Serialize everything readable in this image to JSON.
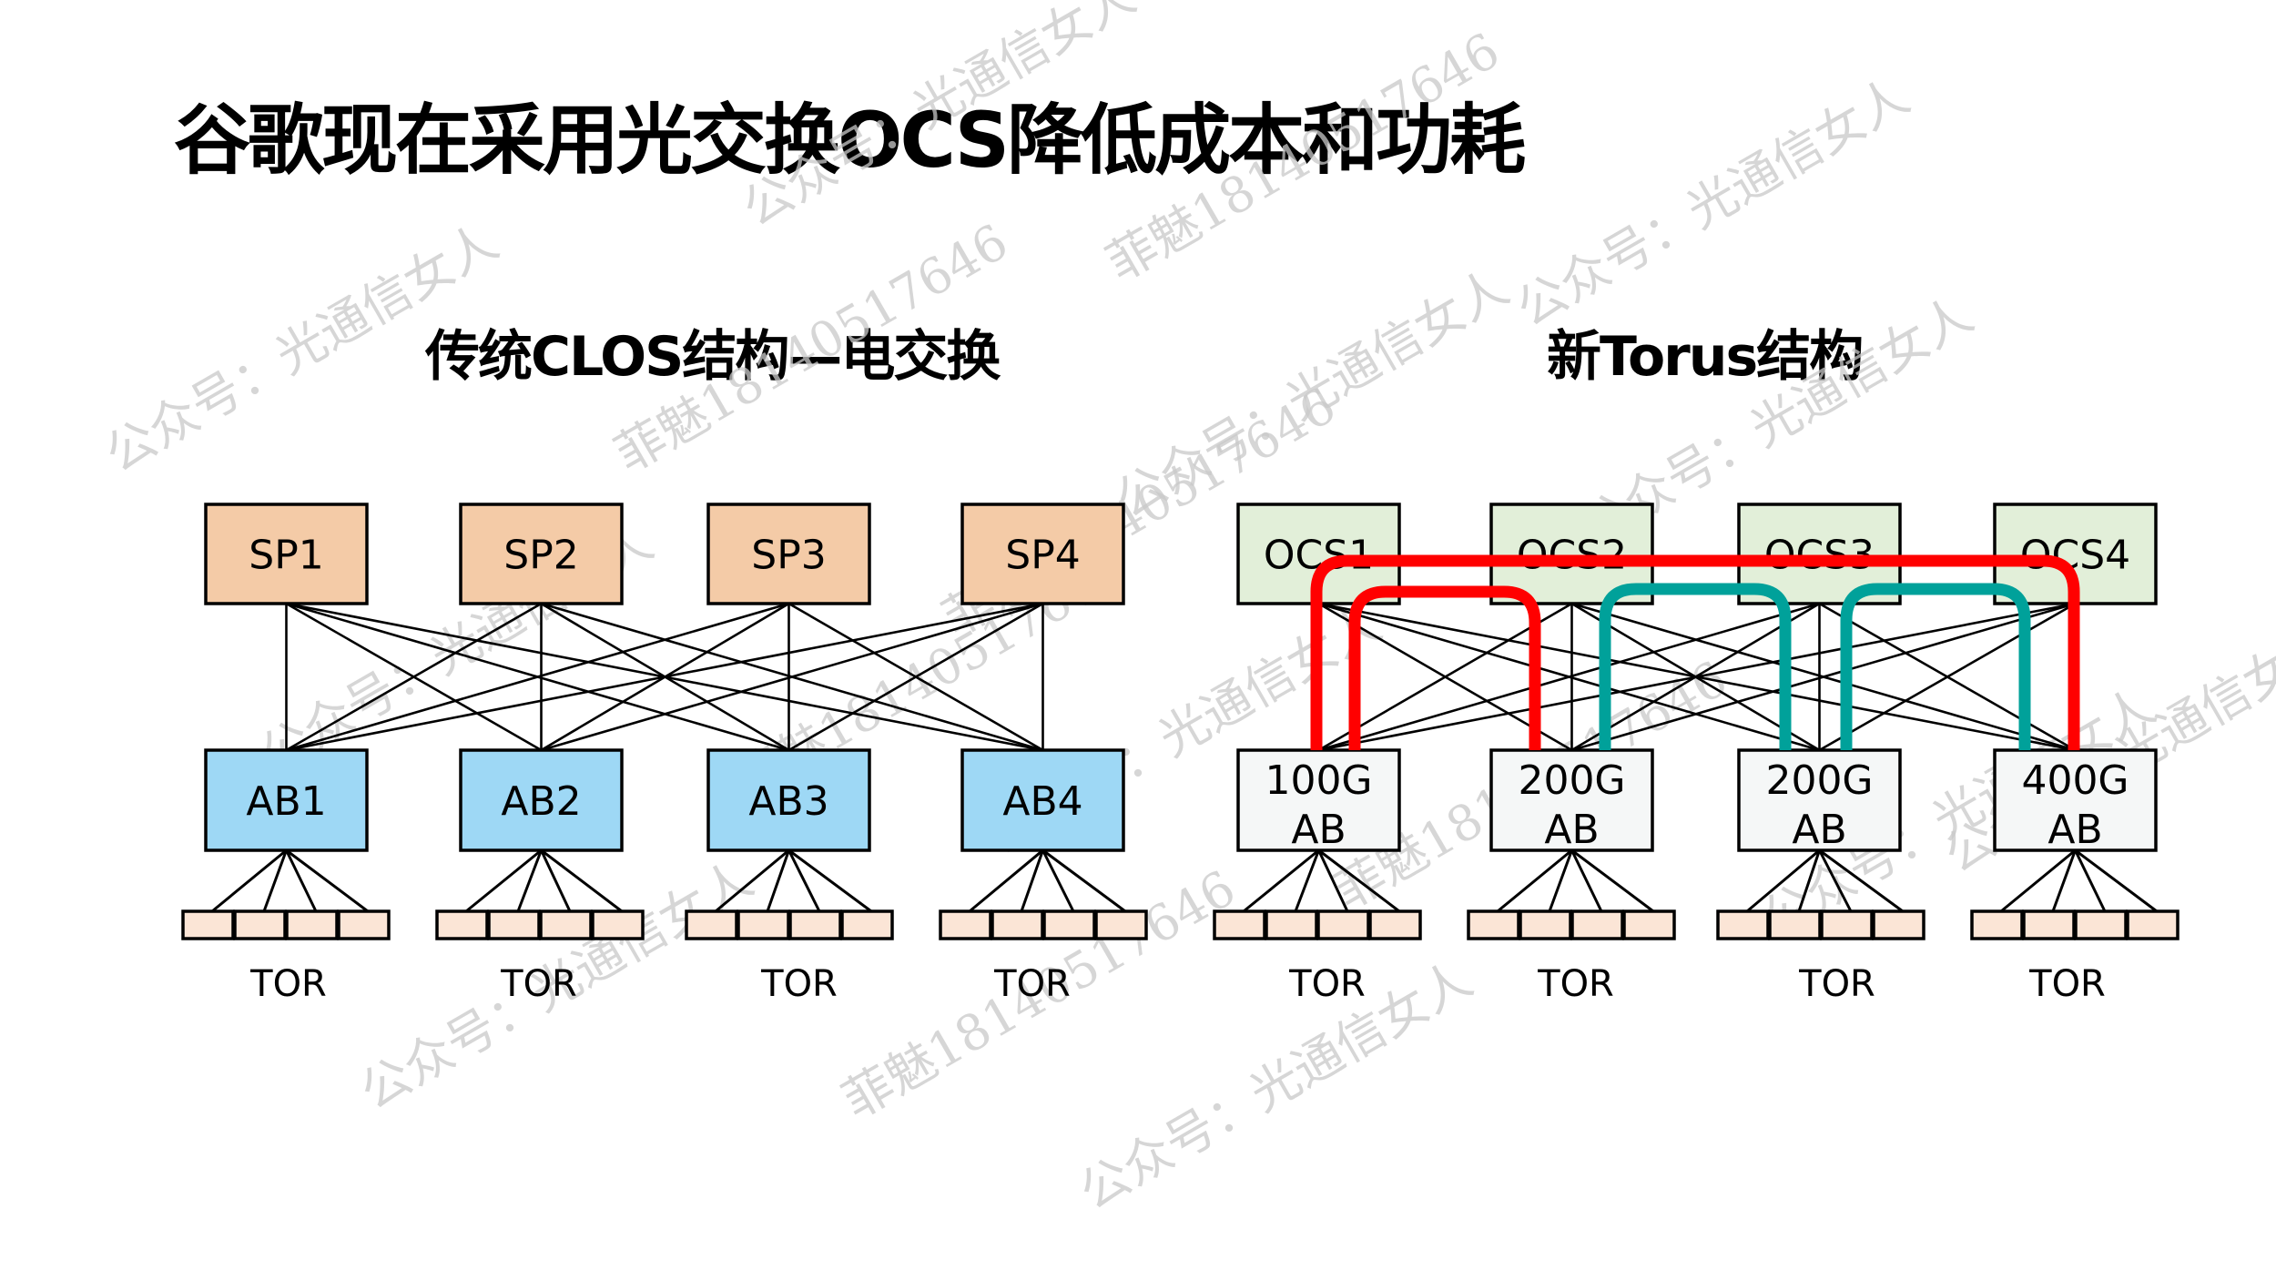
{
  "page": {
    "title": "谷歌现在采用光交换OCS降低成本和功耗"
  },
  "clos": {
    "title": "传统CLOS结构—电交换",
    "spine_fill": "#F4CBA7",
    "ab_fill": "#9ED8F5",
    "spines": [
      "SP1",
      "SP2",
      "SP3",
      "SP4"
    ],
    "aggregation_blocks": [
      "AB1",
      "AB2",
      "AB3",
      "AB4"
    ],
    "tor_label": "TOR",
    "tor_per_block": 4
  },
  "torus": {
    "title": "新Torus结构",
    "ocs_fill": "#E2EFD9",
    "ab_fill": "#F5F7F7",
    "ocs": [
      "OCS1",
      "OCS2",
      "OCS3",
      "OCS4"
    ],
    "aggregation_blocks": [
      {
        "speed": "100G",
        "label": "AB"
      },
      {
        "speed": "200G",
        "label": "AB"
      },
      {
        "speed": "200G",
        "label": "AB"
      },
      {
        "speed": "400G",
        "label": "AB"
      }
    ],
    "tor_label": "TOR",
    "tor_per_block": 4,
    "optical_links": [
      {
        "from_ab": 1,
        "to_ab": 4,
        "color": "#FF0000"
      },
      {
        "from_ab": 1,
        "to_ab": 2,
        "color": "#FF0000"
      },
      {
        "from_ab": 2,
        "to_ab": 3,
        "color": "#00A19A"
      },
      {
        "from_ab": 3,
        "to_ab": 4,
        "color": "#00A19A"
      }
    ]
  },
  "tor_fill": "#FBE5D6",
  "watermarks": [
    "公众号：光通信女人",
    "菲魅18140517646"
  ]
}
